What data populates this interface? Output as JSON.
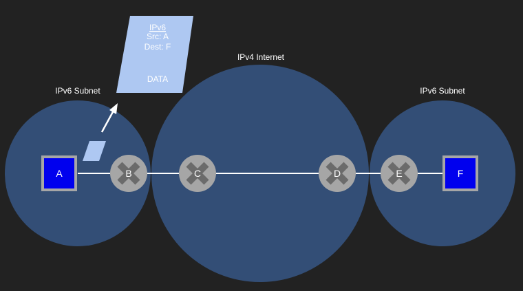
{
  "regions": {
    "left_subnet": "IPv6 Subnet",
    "internet": "IPv4 Internet",
    "right_subnet": "IPv6 Subnet"
  },
  "hosts": {
    "a": "A",
    "f": "F"
  },
  "routers": {
    "b": "B",
    "c": "C",
    "d": "D",
    "e": "E"
  },
  "packet": {
    "header": "IPv6",
    "src": "Src: A",
    "dest": "Dest: F",
    "payload": "DATA"
  },
  "colors": {
    "background": "#222222",
    "region_fill": "#334e76",
    "host_fill": "#0000ee",
    "host_border": "#a6a6a6",
    "router_fill": "#a6a6a6",
    "router_cross": "#6b6b6b",
    "packet_fill": "#aec8f2",
    "link": "#ffffff"
  }
}
